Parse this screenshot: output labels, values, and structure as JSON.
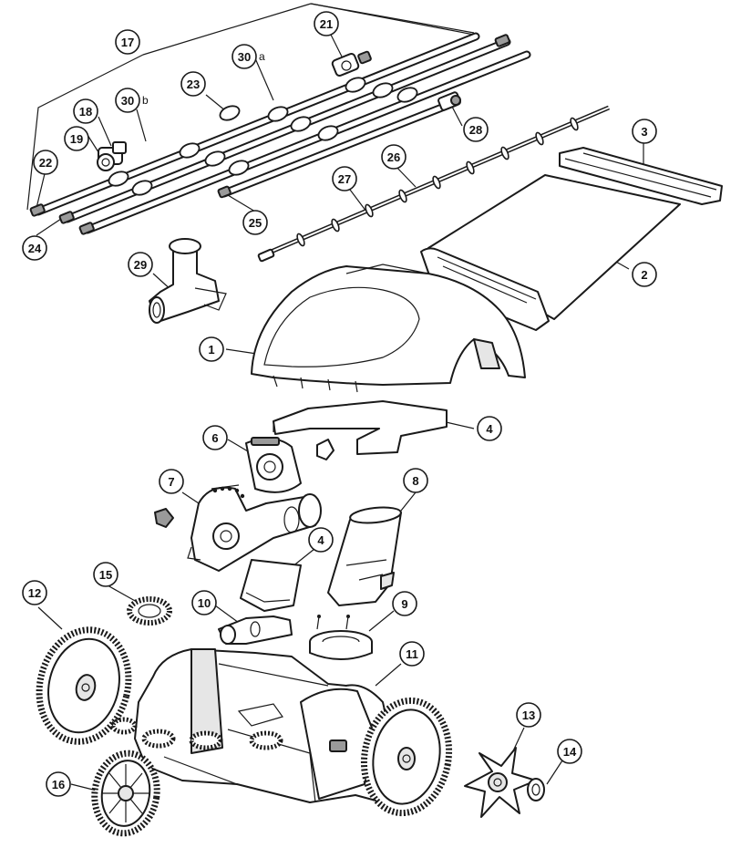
{
  "callouts": [
    {
      "id": "c1",
      "label": "1"
    },
    {
      "id": "c2",
      "label": "2"
    },
    {
      "id": "c3",
      "label": "3"
    },
    {
      "id": "c4a",
      "label": "4"
    },
    {
      "id": "c4b",
      "label": "4"
    },
    {
      "id": "c6",
      "label": "6"
    },
    {
      "id": "c7",
      "label": "7"
    },
    {
      "id": "c8",
      "label": "8"
    },
    {
      "id": "c9",
      "label": "9"
    },
    {
      "id": "c10",
      "label": "10"
    },
    {
      "id": "c11",
      "label": "11"
    },
    {
      "id": "c12",
      "label": "12"
    },
    {
      "id": "c13",
      "label": "13"
    },
    {
      "id": "c14",
      "label": "14"
    },
    {
      "id": "c15",
      "label": "15"
    },
    {
      "id": "c16",
      "label": "16"
    },
    {
      "id": "c17",
      "label": "17"
    },
    {
      "id": "c18",
      "label": "18"
    },
    {
      "id": "c19",
      "label": "19"
    },
    {
      "id": "c21",
      "label": "21"
    },
    {
      "id": "c22",
      "label": "22"
    },
    {
      "id": "c23",
      "label": "23"
    },
    {
      "id": "c24",
      "label": "24"
    },
    {
      "id": "c25",
      "label": "25"
    },
    {
      "id": "c26",
      "label": "26"
    },
    {
      "id": "c27",
      "label": "27"
    },
    {
      "id": "c28",
      "label": "28"
    },
    {
      "id": "c29",
      "label": "29"
    },
    {
      "id": "c30a",
      "label": "30",
      "suffix": "a"
    },
    {
      "id": "c30b",
      "label": "30",
      "suffix": "b"
    }
  ]
}
